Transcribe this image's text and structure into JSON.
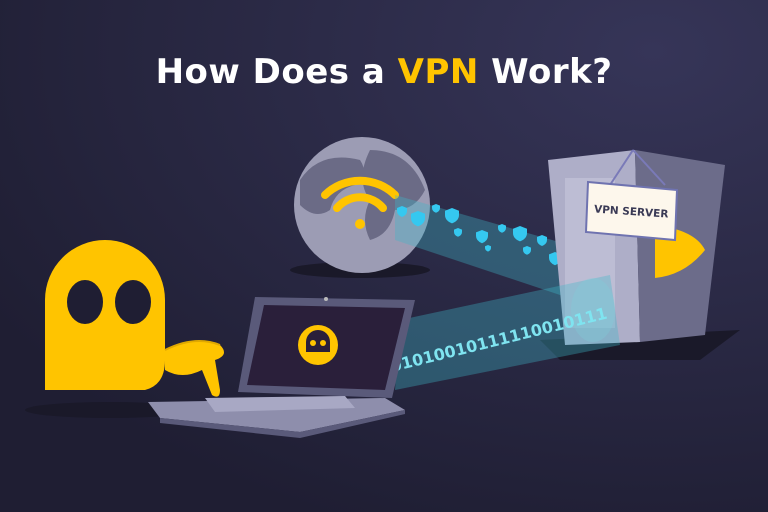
{
  "title": {
    "prefix": "How Does a ",
    "highlight": "VPN",
    "suffix": " Work?"
  },
  "server": {
    "sign_label": "VPN SERVER"
  },
  "data_stream": {
    "binary": "01010010111110010111"
  },
  "colors": {
    "background": "#23223a",
    "accent": "#ffc400",
    "stream": "#3fb6c8",
    "shield": "#35c8f0"
  }
}
